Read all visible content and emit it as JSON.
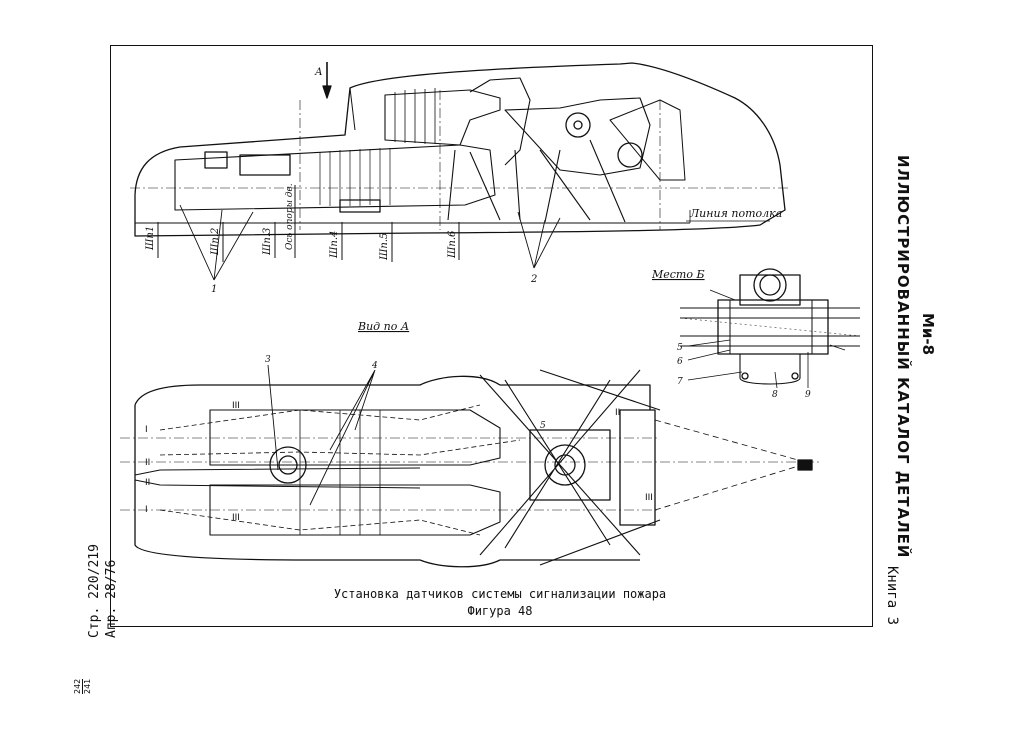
{
  "document": {
    "side_title": "ИЛЛЮСТРИРОВАННЫЙ КАТАЛОГ ДЕТАЛЕЙ",
    "aircraft": "Ми-8",
    "book": "Книга 3",
    "page_ref_line1": "Стр. 220/219",
    "page_ref_line2": "Апр. 28/76",
    "sheet_num_top": "242",
    "sheet_num_bottom": "241"
  },
  "figure": {
    "caption": "Установка датчиков системы сигнализации пожара",
    "number": "Фигура 48"
  },
  "side_view": {
    "view_arrow": "А",
    "ceiling_line": "Линия потолка",
    "frames": [
      "Шп1",
      "Шп.2",
      "Шп.3",
      "Ось опоры дв.",
      "Шп.4",
      "Шп.5",
      "Шп.6"
    ],
    "callouts": [
      "1",
      "2"
    ]
  },
  "top_view": {
    "title": "Вид по А",
    "callouts": [
      "3",
      "4",
      "5"
    ],
    "sensor_groups": [
      "I",
      "II",
      "III"
    ]
  },
  "detail": {
    "title": "Место Б",
    "callouts": [
      "5",
      "6",
      "7",
      "8",
      "9"
    ]
  }
}
